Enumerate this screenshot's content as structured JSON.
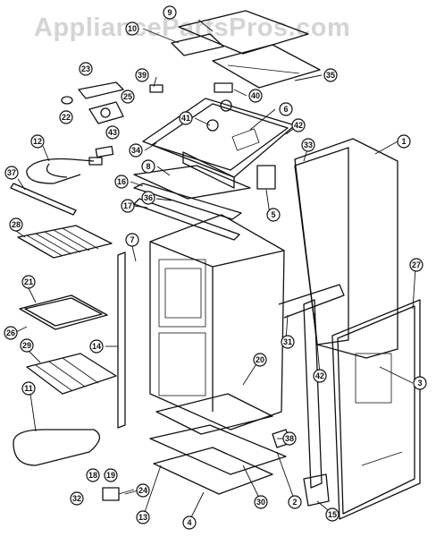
{
  "watermark": "AppliancePartsPros.com",
  "callouts": [
    "1",
    "2",
    "3",
    "4",
    "5",
    "6",
    "7",
    "8",
    "9",
    "10",
    "11",
    "12",
    "13",
    "14",
    "15",
    "16",
    "17",
    "18",
    "19",
    "20",
    "21",
    "22",
    "23",
    "24",
    "25",
    "26",
    "27",
    "28",
    "29",
    "30",
    "31",
    "32",
    "33",
    "34",
    "35",
    "36",
    "37",
    "38",
    "39",
    "40",
    "41",
    "42",
    "42",
    "43"
  ]
}
